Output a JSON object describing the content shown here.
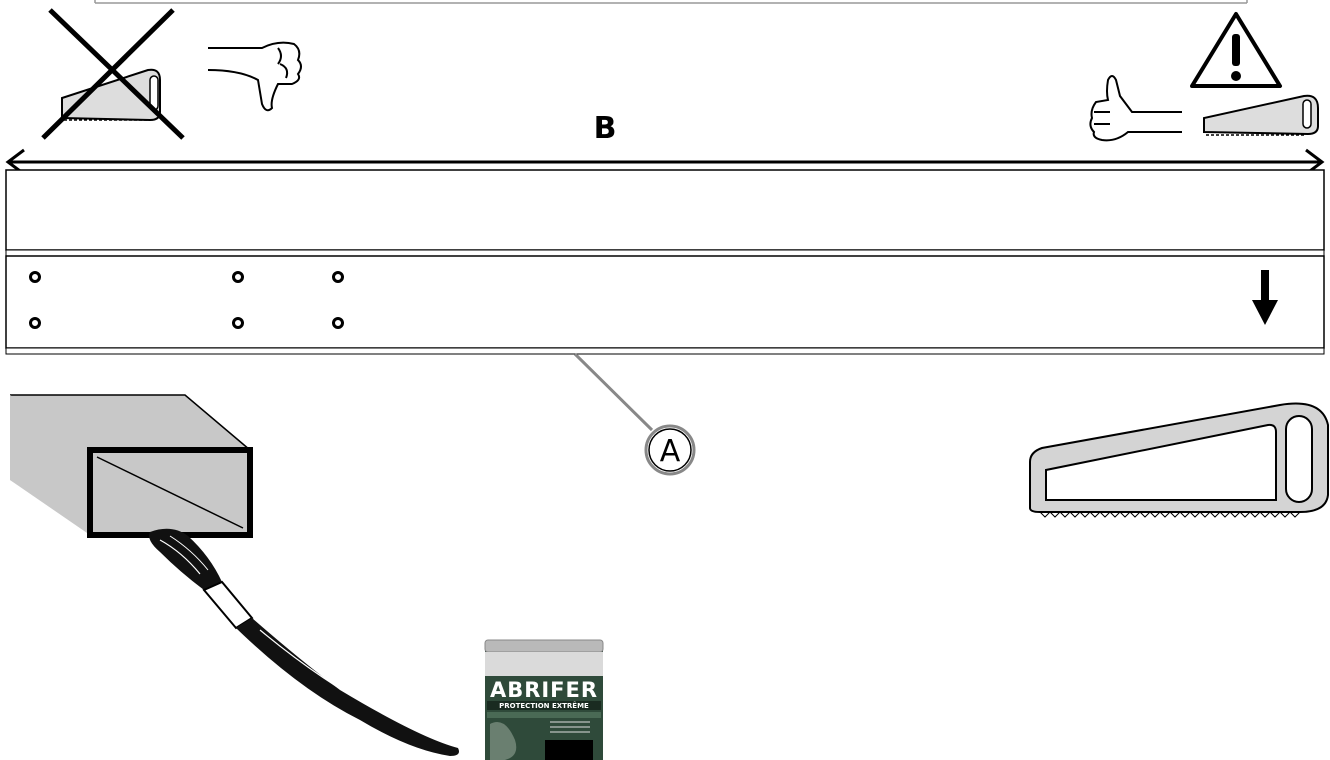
{
  "dimension": {
    "label": "B"
  },
  "callout": {
    "label": "A"
  },
  "paint_can": {
    "brand": "ABRIFER",
    "line": "PROTECTION EXTRÊME"
  },
  "colors": {
    "stroke": "#000000",
    "tube_fill": "#c8c8c8",
    "saw_fill": "#d4d4d4",
    "can_body": "#2f4a3a",
    "can_lid": "#b9b9b9"
  },
  "icons": {
    "crossed_saw": "crossed-saw-icon",
    "thumbs_down": "thumbs-down-icon",
    "warning": "warning-icon",
    "thumbs_up": "thumbs-up-icon",
    "small_saw": "hacksaw-icon",
    "large_saw": "hacksaw-icon",
    "arrow": "arrow-down-icon",
    "tube": "square-tube-icon",
    "brush": "paintbrush-icon",
    "can": "paint-can-icon"
  }
}
